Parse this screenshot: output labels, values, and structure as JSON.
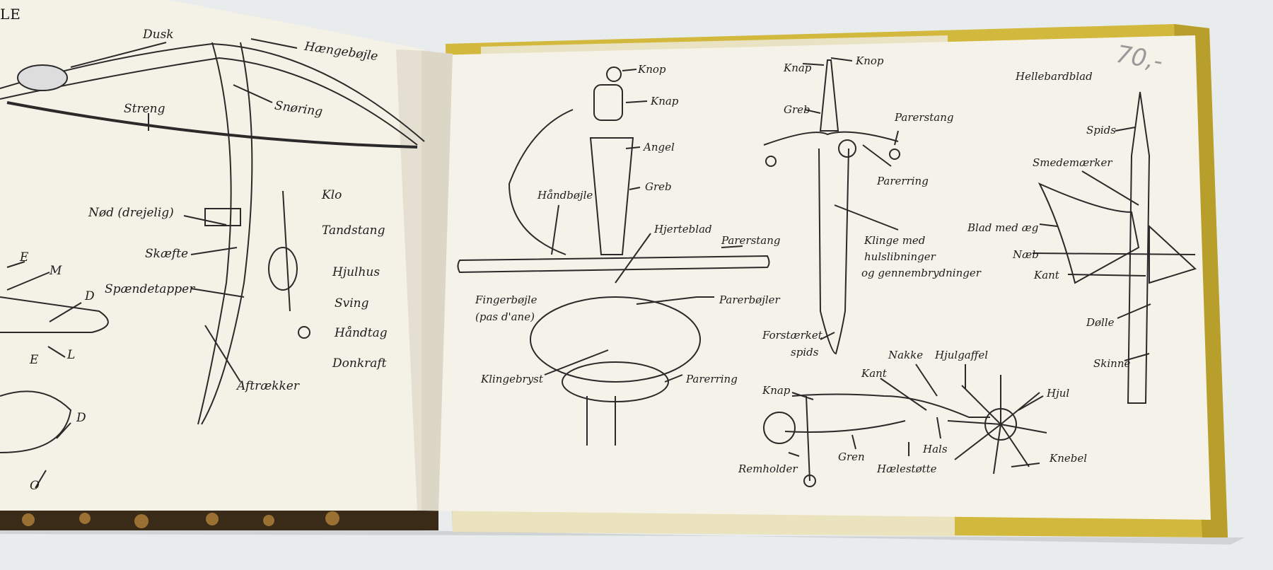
{
  "left_page": {
    "header": "LE",
    "labels": {
      "dusk": "Dusk",
      "haengeboejle": "Hængebøjle",
      "snoering": "Snøring",
      "streng": "Streng",
      "klo": "Klo",
      "tandstang": "Tandstang",
      "noed": "Nød (drejelig)",
      "skaefte": "Skæfte",
      "hjulhus": "Hjulhus",
      "spaendetapper": "Spændetapper",
      "sving": "Sving",
      "haandtag": "Håndtag",
      "donkraft": "Donkraft",
      "aftraekker": "Aftrækker",
      "e1": "E",
      "m": "M",
      "d1": "D",
      "l": "L",
      "e2": "E",
      "d2": "D",
      "o": "O"
    }
  },
  "right_page": {
    "handwritten_number": "70,-",
    "rapier": {
      "knop": "Knop",
      "knap": "Knap",
      "angel": "Angel",
      "greb": "Greb",
      "haandboejle": "Håndbøjle",
      "hjerteblad": "Hjerteblad",
      "parerstang": "Parerstang",
      "fingerboejle": "Fingerbøjle",
      "pas_dane": "(pas d'ane)",
      "parerboejler": "Parerbøjler",
      "klingebryst": "Klingebryst",
      "parerring": "Parerring"
    },
    "dagger": {
      "knap": "Knap",
      "knop": "Knop",
      "greb": "Greb",
      "parerstang": "Parerstang",
      "parerring": "Parerring",
      "klinge_line1": "Klinge med",
      "klinge_line2": "hulslibninger",
      "klinge_line3": "og gennembrydninger",
      "forstaerket": "Forstærket",
      "spids": "spids"
    },
    "spur": {
      "knap": "Knap",
      "kant": "Kant",
      "nakke": "Nakke",
      "hjulgaffel": "Hjulgaffel",
      "hjul": "Hjul",
      "hals": "Hals",
      "knebel": "Knebel",
      "remholder": "Remholder",
      "gren": "Gren",
      "haelestoette": "Hælestøtte"
    },
    "halberd": {
      "title": "Hellebardblad",
      "spids": "Spids",
      "smedemaerker": "Smedemærker",
      "blad_med_aeg": "Blad med æg",
      "naeb": "Næb",
      "kant": "Kant",
      "doelle": "Dølle",
      "skinne": "Skinne"
    }
  },
  "colors": {
    "page": "#f4f1e8",
    "cover_yellow": "#cfb43a",
    "background": "#e9ecec",
    "ink": "#1d1d1d"
  }
}
